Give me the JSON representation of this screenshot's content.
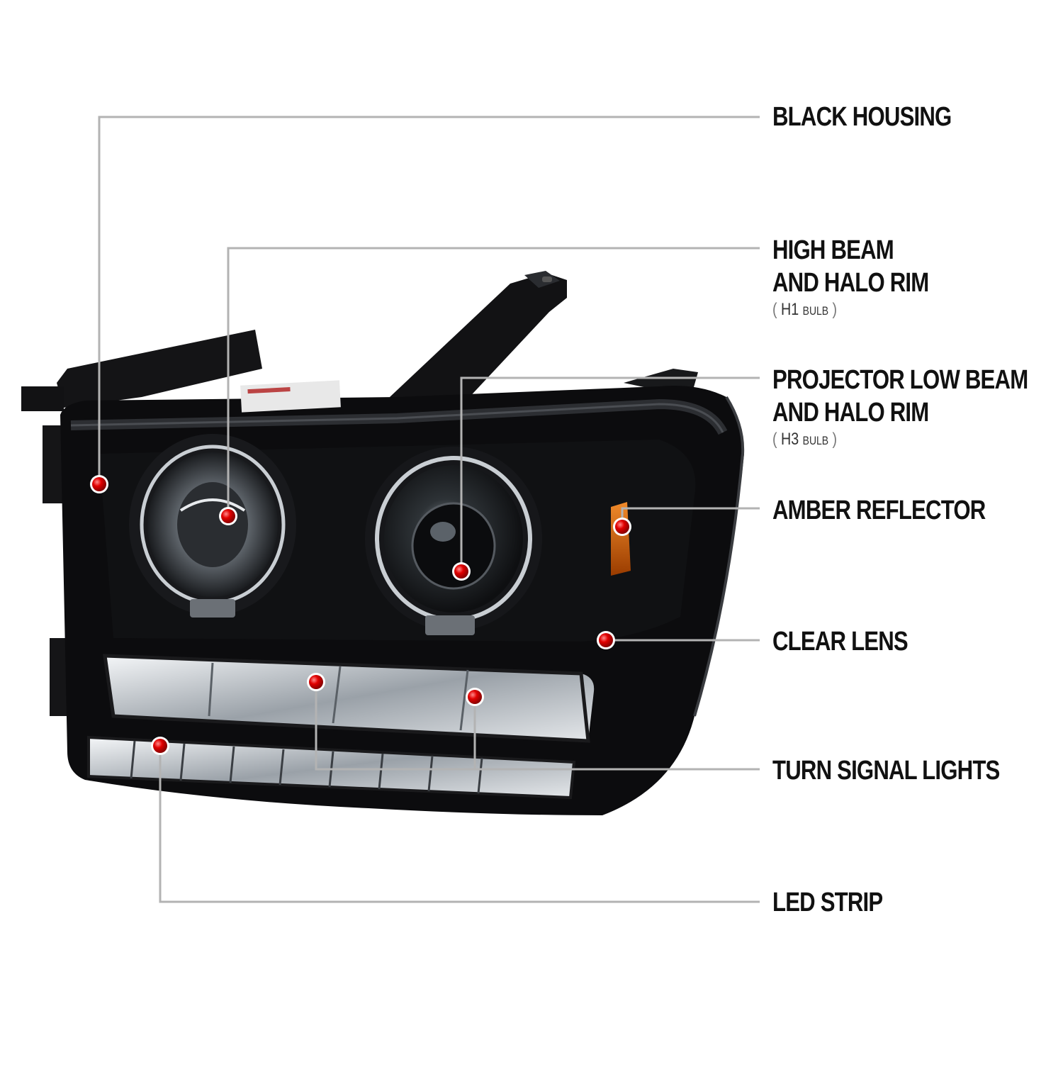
{
  "colors": {
    "leader_line": "#b3b3b3",
    "marker_dot": "#e10000",
    "text": "#111111",
    "housing": "#0c0c0e",
    "amber": "#d9650a"
  },
  "callouts": [
    {
      "id": "black-housing",
      "lines": [
        "BLACK HOUSING"
      ],
      "note": null
    },
    {
      "id": "high-beam",
      "lines": [
        "HIGH BEAM",
        "AND HALO RIM"
      ],
      "note": {
        "open": "(",
        "code": "H1",
        "word": "BULB",
        "close": ")"
      }
    },
    {
      "id": "projector-low-beam",
      "lines": [
        "PROJECTOR LOW BEAM",
        "AND HALO RIM"
      ],
      "note": {
        "open": "(",
        "code": "H3",
        "word": "BULB",
        "close": ")"
      }
    },
    {
      "id": "amber-reflector",
      "lines": [
        "AMBER REFLECTOR"
      ],
      "note": null
    },
    {
      "id": "clear-lens",
      "lines": [
        "CLEAR LENS"
      ],
      "note": null
    },
    {
      "id": "turn-signal-lights",
      "lines": [
        "TURN SIGNAL LIGHTS"
      ],
      "note": null
    },
    {
      "id": "led-strip",
      "lines": [
        "LED STRIP"
      ],
      "note": null
    }
  ]
}
